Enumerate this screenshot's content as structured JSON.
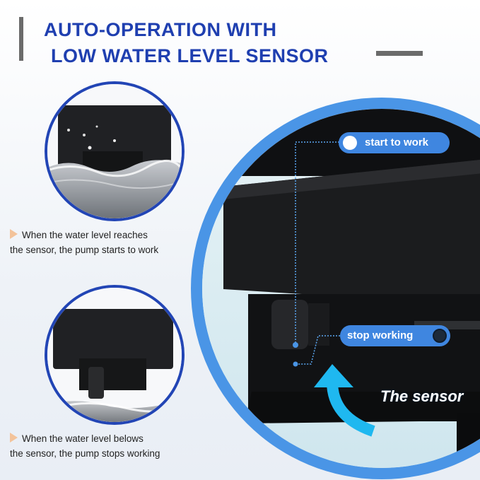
{
  "header": {
    "title_line1": "AUTO-OPERATION WITH",
    "title_line2": "LOW WATER LEVEL SENSOR"
  },
  "captions": {
    "high_water": {
      "line1": "When the water level reaches",
      "line2": "the sensor, the pump starts to work"
    },
    "low_water": {
      "line1": "When the water level belows",
      "line2": "the sensor, the pump stops working"
    }
  },
  "callouts": {
    "start": "start to work",
    "stop": "stop working",
    "sensor": "The sensor"
  },
  "colors": {
    "title_blue": "#1f3fb0",
    "circle_border": "#2245b5",
    "pill_blue": "#3f86e0",
    "ring_blue": "#4a95e6",
    "arrow_cyan": "#1fb8f0",
    "caption_marker": "#f3c39a"
  },
  "icons": {
    "caption_marker": "triangle-right-icon",
    "sensor_pointer": "curved-arrow-icon"
  }
}
